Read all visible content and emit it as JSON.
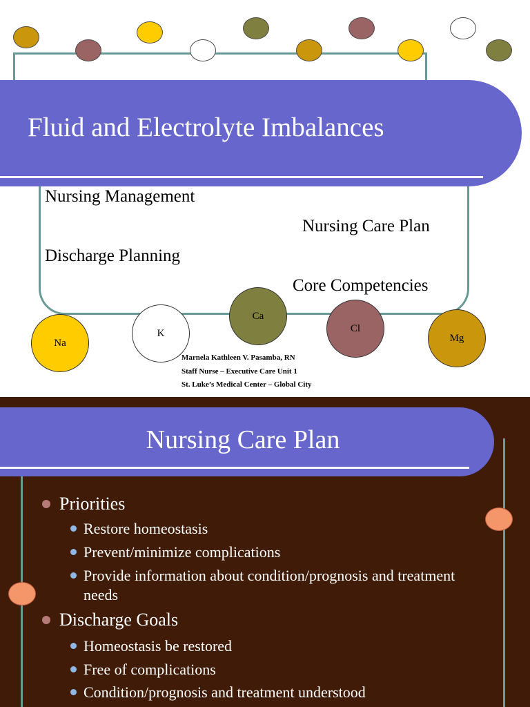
{
  "slide1": {
    "title": "Fluid and Electrolyte Imbalances",
    "menu": {
      "nursing_management": "Nursing Management",
      "nursing_care_plan": "Nursing Care Plan",
      "discharge_planning": "Discharge Planning",
      "core_competencies": "Core Competencies"
    },
    "electrolytes": {
      "na": "Na",
      "k": "K",
      "ca": "Ca",
      "cl": "Cl",
      "mg": "Mg"
    },
    "author": {
      "name": "Marnela Kathleen V. Pasamba, RN",
      "position": "Staff Nurse – Executive Care Unit 1",
      "institution": "St. Luke’s Medical Center – Global City"
    }
  },
  "slide2": {
    "title": "Nursing Care Plan",
    "sections": [
      {
        "heading": "Priorities",
        "items": [
          "Restore homeostasis",
          "Prevent/minimize complications",
          "Provide information about condition/prognosis and treatment needs"
        ]
      },
      {
        "heading": "Discharge Goals",
        "items": [
          "Homeostasis be restored",
          "Free of complications",
          "Condition/prognosis and treatment understood"
        ]
      }
    ]
  },
  "colors": {
    "banner": "#6666cc",
    "frame": "#6a9a95",
    "slide2_background": "#401c08",
    "gold": "#d4a000",
    "yellow": "#ffcc00",
    "olive": "#7f7f3f",
    "mauve": "#9a6464",
    "salmon": "#f4956a"
  }
}
